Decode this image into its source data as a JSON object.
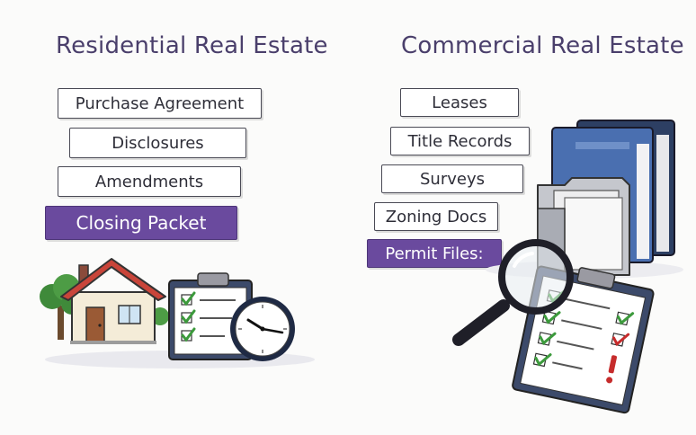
{
  "residential": {
    "title": "Residential Real Estate",
    "items": [
      "Purchase Agreement",
      "Disclosures",
      "Amendments"
    ],
    "highlight": "Closing Packet"
  },
  "commercial": {
    "title": "Commercial Real Estate",
    "items": [
      "Leases",
      "Title Records",
      "Surveys",
      "Zoning Docs"
    ],
    "highlight": "Permit Files:"
  },
  "icons": {
    "house": "house-icon",
    "tree": "tree-icon",
    "clipboard": "clipboard-checklist-icon",
    "clock": "clock-icon",
    "binders": "binders-icon",
    "folder": "folder-icon",
    "magnifier": "magnifying-glass-icon"
  },
  "colors": {
    "highlight": "#6a4a9e",
    "title": "#4a3f6b",
    "roof": "#c9453a",
    "check": "#3c9a3c",
    "alert": "#c62c2c",
    "binder_blue": "#4a6fb0",
    "binder_navy": "#2d3f63"
  }
}
